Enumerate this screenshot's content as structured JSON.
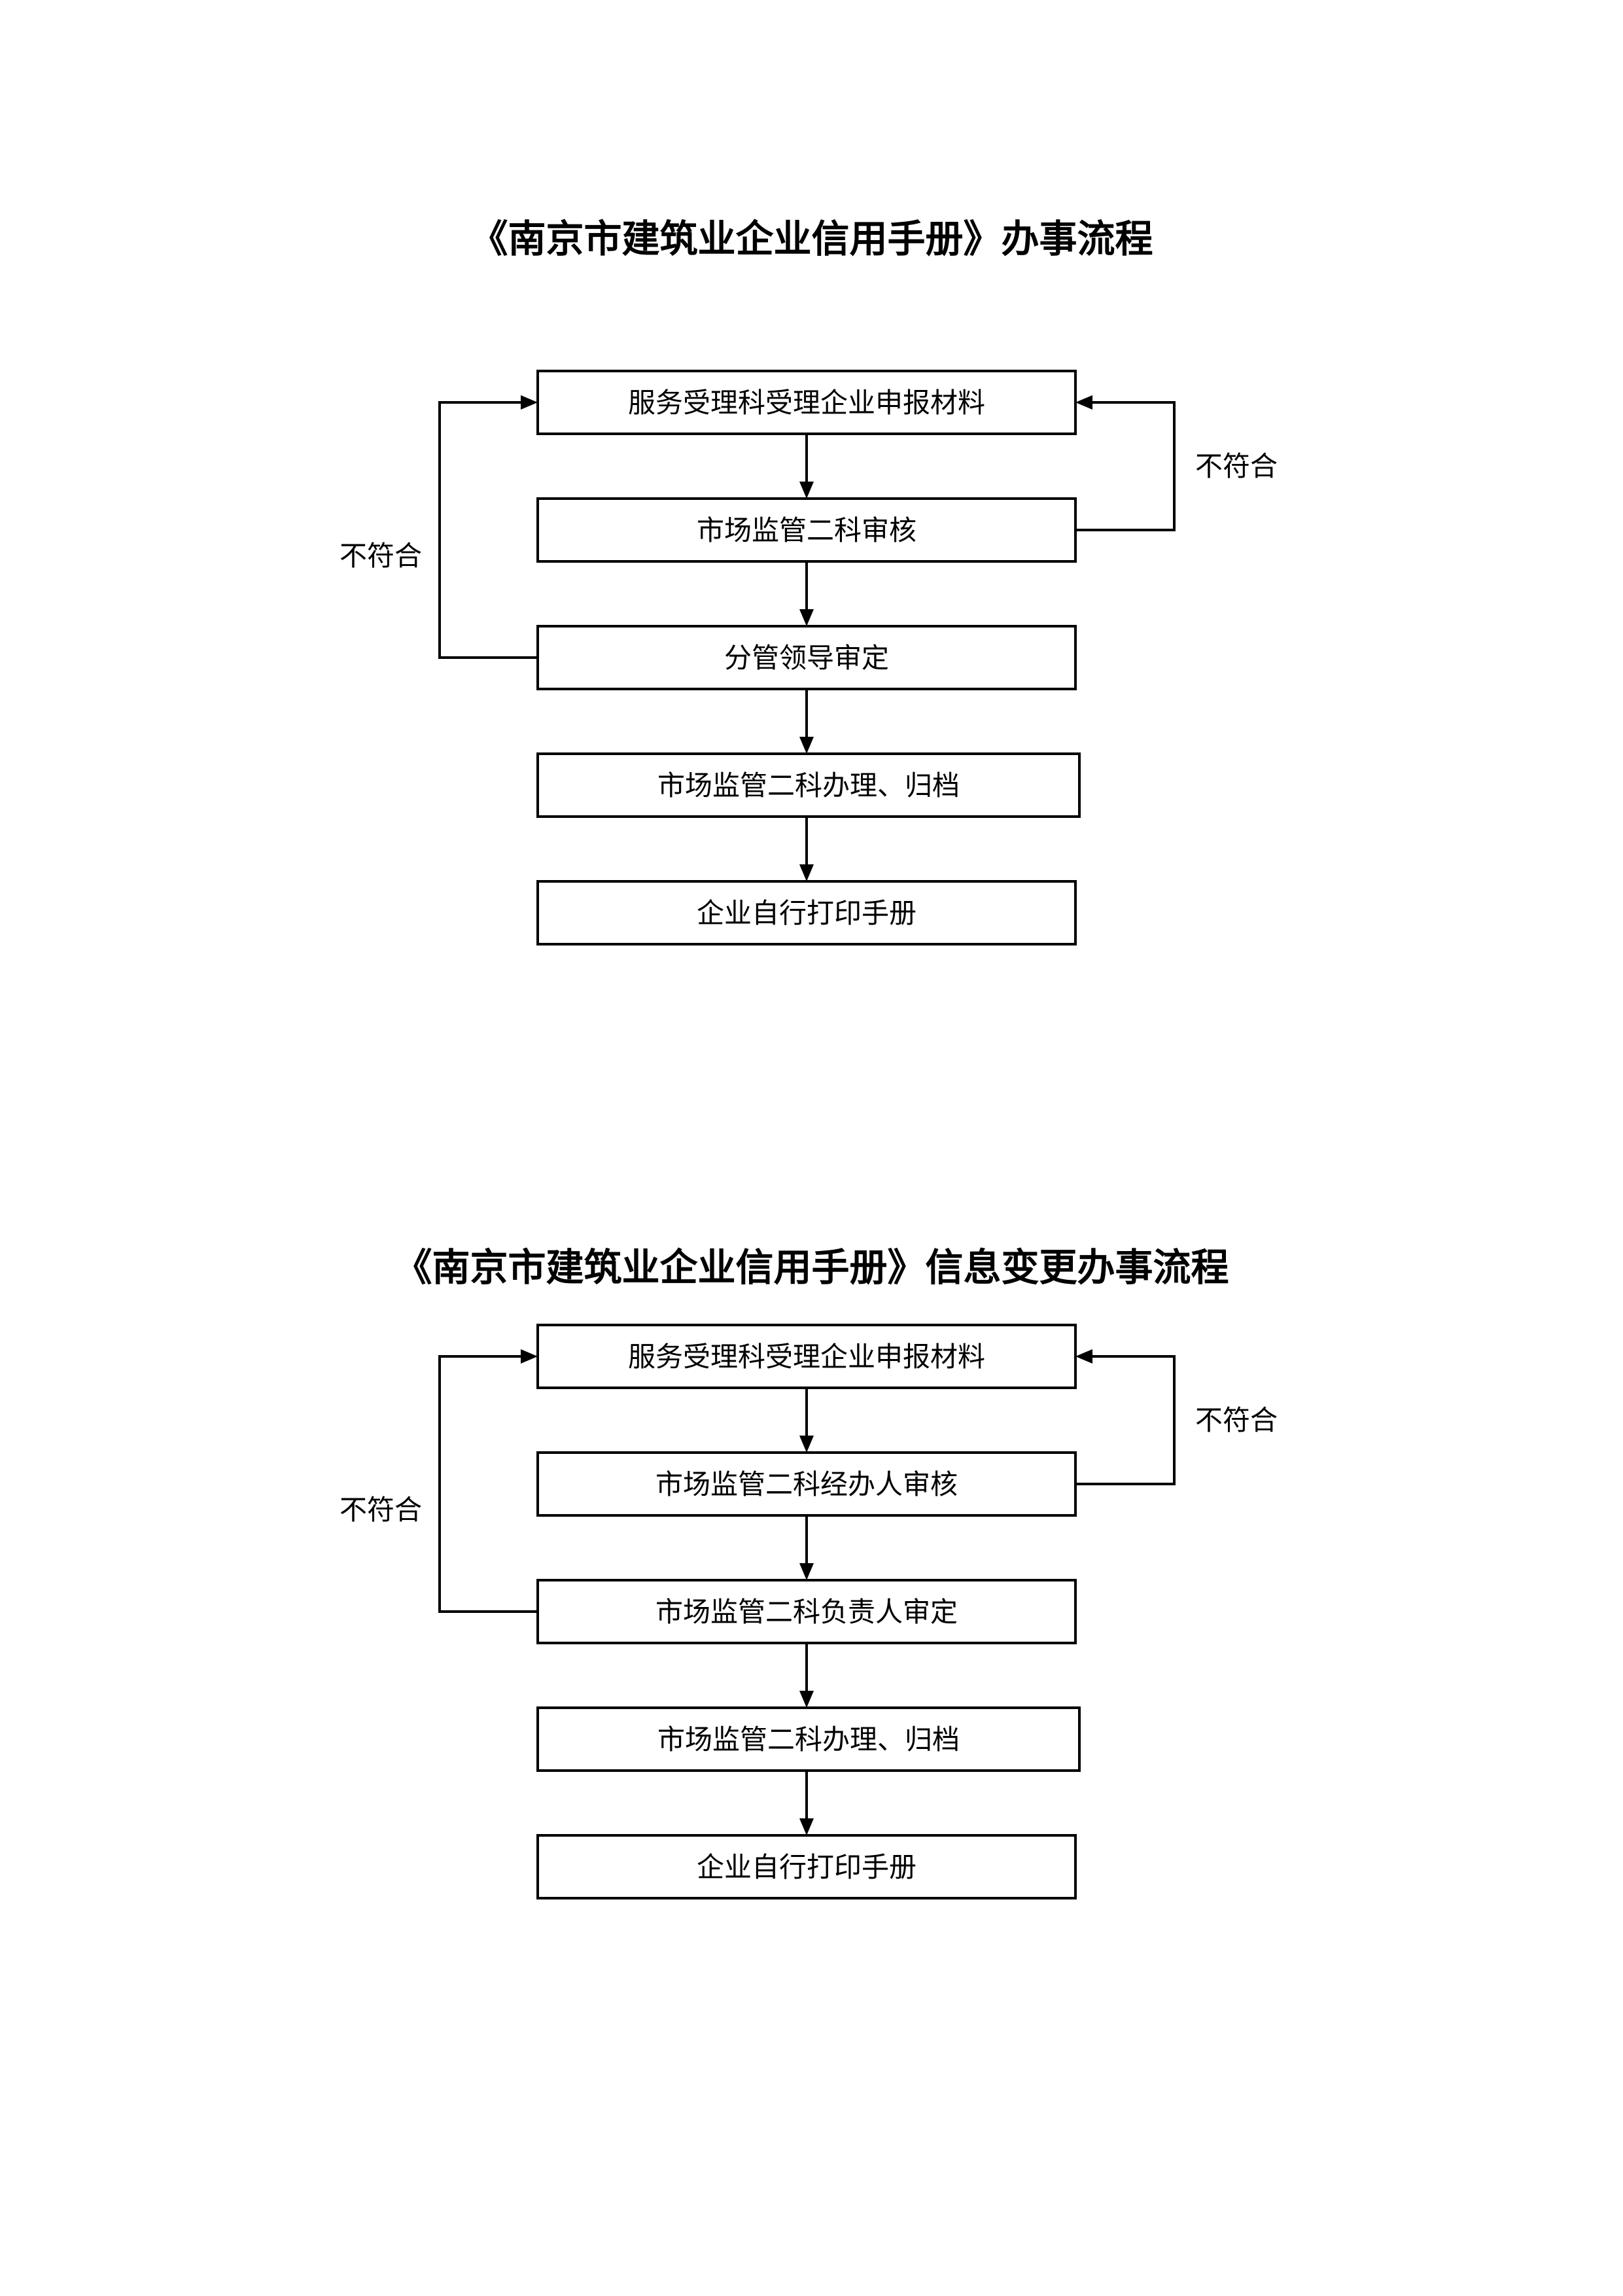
{
  "flow1": {
    "title": "《南京市建筑业企业信用手册》办事流程",
    "steps": [
      "服务受理科受理企业申报材料",
      "市场监管二科审核",
      "分管领导审定",
      "市场监管二科办理、归档",
      "企业自行打印手册"
    ],
    "reject_left": "不符合",
    "reject_right": "不符合"
  },
  "flow2": {
    "title": "《南京市建筑业企业信用手册》信息变更办事流程",
    "steps": [
      "服务受理科受理企业申报材料",
      "市场监管二科经办人审核",
      "市场监管二科负责人审定",
      "市场监管二科办理、归档",
      "企业自行打印手册"
    ],
    "reject_left": "不符合",
    "reject_right": "不符合"
  }
}
